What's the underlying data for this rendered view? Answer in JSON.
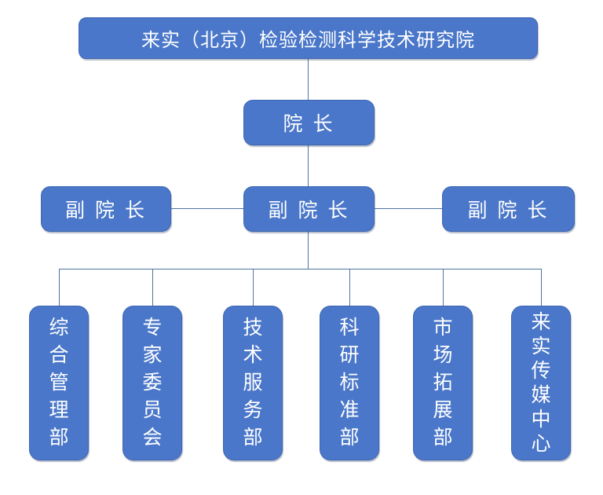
{
  "nodes": {
    "root": "来实（北京）检验检测科学技术研究院",
    "president": "院 长",
    "vice_presidents": [
      "副 院 长",
      "副 院 长",
      "副 院 长"
    ],
    "departments": [
      "综合管理部",
      "专家委员会",
      "技术服务部",
      "科研标准部",
      "市场拓展部",
      "来实传媒中心"
    ]
  },
  "colors": {
    "box_fill": "#4A77C9",
    "box_border": "#3E66B0",
    "connector": "#4F74A3",
    "text": "#FFFFFF",
    "background": "#FFFFFF"
  }
}
